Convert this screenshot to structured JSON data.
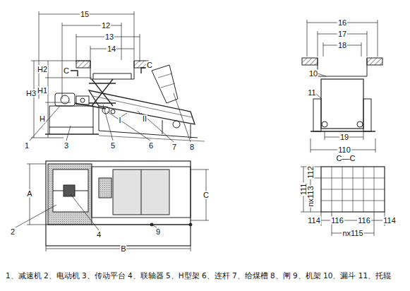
{
  "diagram": {
    "caption": "1、减速机 2、电动机 3、传动平台 4、联轴器 5、H型架 6、连杆 7、给煤槽 8、闸 9、机架 10、漏斗 11、托辊",
    "labels": [
      "15",
      "12",
      "13",
      "14",
      "H3",
      "H2",
      "H1",
      "H",
      "C",
      "C",
      "I",
      "II",
      "1",
      "3",
      "5",
      "6",
      "7",
      "8",
      "A",
      "2",
      "4",
      "B",
      "C",
      "9",
      "16",
      "17",
      "18",
      "10",
      "11",
      "19",
      "110",
      "C—C",
      "111",
      "112",
      "nx113",
      "114",
      "116",
      "116",
      "114",
      "nx115"
    ]
  }
}
